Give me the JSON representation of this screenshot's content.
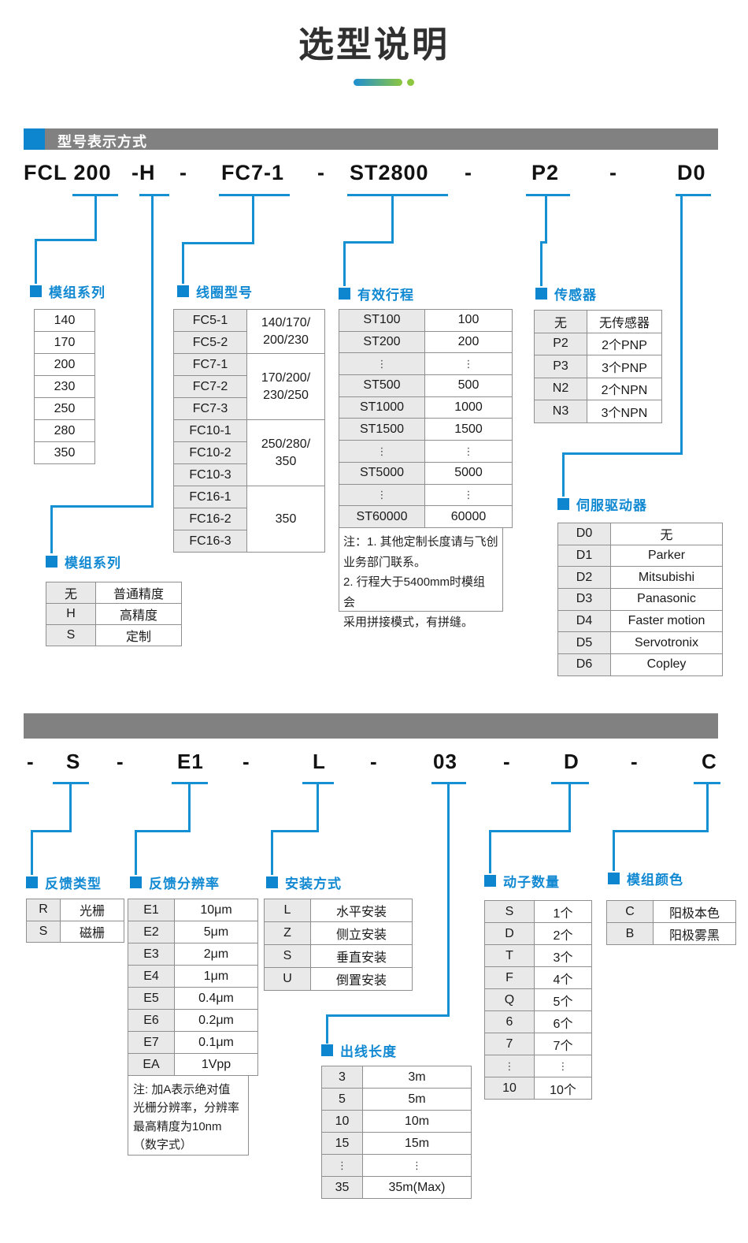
{
  "page": {
    "title": "选型说明"
  },
  "colors": {
    "accent_blue": "#1590d2",
    "square_blue": "#0e86cf",
    "label_blue": "#1189d2",
    "bar_gray": "#818181",
    "green": "#8dc63f",
    "key_cell_gray": "#e9e9e9"
  },
  "section1": {
    "header": "型号表示方式"
  },
  "code1": [
    "FCL 200",
    "-H",
    "-",
    "FC7-1",
    "-",
    "ST2800",
    "-",
    "P2",
    "-",
    "D0"
  ],
  "code2": [
    "-",
    "S",
    "-",
    "E1",
    "-",
    "L",
    "-",
    "03",
    "-",
    "D",
    "-",
    "C"
  ],
  "labels": {
    "module_series": "模组系列",
    "coil": "线圈型号",
    "stroke": "有效行程",
    "sensor": "传感器",
    "driver": "伺服驱动器",
    "precision": "模组系列",
    "feedback_type": "反馈类型",
    "resolution": "反馈分辨率",
    "mounting": "安装方式",
    "cable": "出线长度",
    "movers": "动子数量",
    "color": "模组颜色"
  },
  "tables": {
    "module_series": {
      "values": [
        "140",
        "170",
        "200",
        "230",
        "250",
        "280",
        "350"
      ]
    },
    "coil": {
      "keys": [
        "FC5-1",
        "FC5-2",
        "FC7-1",
        "FC7-2",
        "FC7-3",
        "FC10-1",
        "FC10-2",
        "FC10-3",
        "FC16-1",
        "FC16-2",
        "FC16-3"
      ],
      "groups": [
        {
          "span": 2,
          "label": "140/170/\n200/230"
        },
        {
          "span": 3,
          "label": "170/200/\n230/250"
        },
        {
          "span": 3,
          "label": "250/280/\n350"
        },
        {
          "span": 3,
          "label": "350"
        }
      ]
    },
    "stroke": {
      "rows": [
        [
          "ST100",
          "100"
        ],
        [
          "ST200",
          "200"
        ],
        [
          "⋮",
          "⋮"
        ],
        [
          "ST500",
          "500"
        ],
        [
          "ST1000",
          "1000"
        ],
        [
          "ST1500",
          "1500"
        ],
        [
          "⋮",
          "⋮"
        ],
        [
          "ST5000",
          "5000"
        ],
        [
          "⋮",
          "⋮"
        ],
        [
          "ST60000",
          "60000"
        ]
      ],
      "note": "注：1. 其他定制长度请与飞创\n业务部门联系。\n2. 行程大于5400mm时模组 会\n采用拼接模式，有拼缝。"
    },
    "sensor": {
      "rows": [
        [
          "无",
          "无传感器"
        ],
        [
          "P2",
          "2个PNP"
        ],
        [
          "P3",
          "3个PNP"
        ],
        [
          "N2",
          "2个NPN"
        ],
        [
          "N3",
          "3个NPN"
        ]
      ]
    },
    "precision": {
      "rows": [
        [
          "无",
          "普通精度"
        ],
        [
          "H",
          "高精度"
        ],
        [
          "S",
          "定制"
        ]
      ]
    },
    "driver": {
      "rows": [
        [
          "D0",
          "无"
        ],
        [
          "D1",
          "Parker"
        ],
        [
          "D2",
          "Mitsubishi"
        ],
        [
          "D3",
          "Panasonic"
        ],
        [
          "D4",
          "Faster motion"
        ],
        [
          "D5",
          "Servotronix"
        ],
        [
          "D6",
          "Copley"
        ]
      ]
    },
    "feedback_type": {
      "rows": [
        [
          "R",
          "光栅"
        ],
        [
          "S",
          "磁栅"
        ]
      ]
    },
    "resolution": {
      "rows": [
        [
          "E1",
          "10μm"
        ],
        [
          "E2",
          "5μm"
        ],
        [
          "E3",
          "2μm"
        ],
        [
          "E4",
          "1μm"
        ],
        [
          "E5",
          "0.4μm"
        ],
        [
          "E6",
          "0.2μm"
        ],
        [
          "E7",
          "0.1μm"
        ],
        [
          "EA",
          "1Vpp"
        ]
      ],
      "note": "注: 加A表示绝对值\n光栅分辨率，分辨率\n最高精度为10nm\n（数字式）"
    },
    "mounting": {
      "rows": [
        [
          "L",
          "水平安装"
        ],
        [
          "Z",
          "侧立安装"
        ],
        [
          "S",
          "垂直安装"
        ],
        [
          "U",
          "倒置安装"
        ]
      ]
    },
    "cable": {
      "rows": [
        [
          "3",
          "3m"
        ],
        [
          "5",
          "5m"
        ],
        [
          "10",
          "10m"
        ],
        [
          "15",
          "15m"
        ],
        [
          "⋮",
          "⋮"
        ],
        [
          "35",
          "35m(Max)"
        ]
      ]
    },
    "movers": {
      "rows": [
        [
          "S",
          "1个"
        ],
        [
          "D",
          "2个"
        ],
        [
          "T",
          "3个"
        ],
        [
          "F",
          "4个"
        ],
        [
          "Q",
          "5个"
        ],
        [
          "6",
          "6个"
        ],
        [
          "7",
          "7个"
        ],
        [
          "⋮",
          "⋮"
        ],
        [
          "10",
          "10个"
        ]
      ]
    },
    "color": {
      "rows": [
        [
          "C",
          "阳极本色"
        ],
        [
          "B",
          "阳极雾黑"
        ]
      ]
    }
  }
}
